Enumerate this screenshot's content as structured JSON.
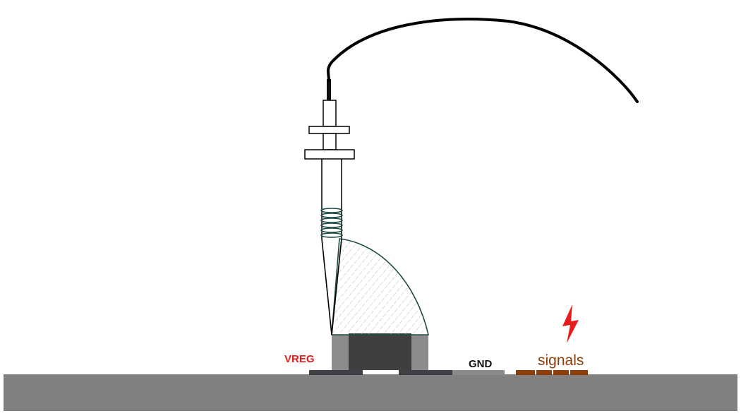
{
  "labels": {
    "vreg": "VREG",
    "gnd": "GND",
    "signals": "signals"
  },
  "colors": {
    "vreg_label": "#e81c1c",
    "gnd_label": "#111111",
    "signals_label": "#8b3d0a",
    "board": "#808080",
    "pad_dark": "#3e4246",
    "pad_gnd": "#8a8a8a",
    "signal_pads": "#8b3d0a",
    "component_body": "#3f3f3f",
    "component_terminal": "#8c8c8c",
    "coil": "#1f4b46",
    "solder_fillet": "#1f4b46",
    "lightning": "#e81c1c",
    "probe_outline": "#000000"
  },
  "icons": {
    "spark": "lightning-bolt-icon"
  }
}
